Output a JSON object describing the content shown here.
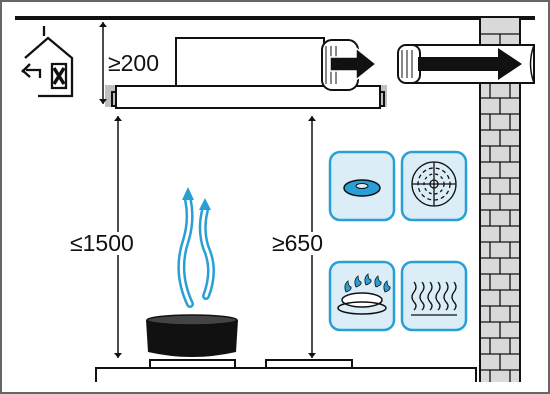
{
  "dimensions": {
    "min_clearance_above": "≥200",
    "max_height_above_hob": "≤1500",
    "min_height_above_hob": "≥650"
  },
  "icons": {
    "house_symbol": "no-recirculation-house-icon",
    "cooktops": [
      "ceramic-hob-icon",
      "spiral-hotplate-icon",
      "gas-burner-icon",
      "induction-heat-icon"
    ],
    "exhaust": [
      "exhaust-arrow-icon",
      "exhaust-arrow-icon"
    ]
  },
  "colors": {
    "line": "#111111",
    "accent": "#2a9fd6",
    "tile_fill": "#dbeef8",
    "brick_fill": "#d9d9d9",
    "hood_shadow": "#bfbfbf"
  }
}
